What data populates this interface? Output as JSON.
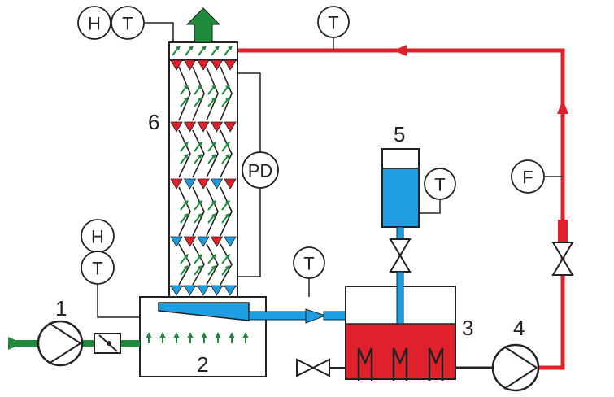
{
  "components": {
    "pump_1": {
      "number": "1"
    },
    "humidifier_2": {
      "number": "2"
    },
    "tank_3": {
      "number": "3"
    },
    "pump_4": {
      "number": "4"
    },
    "reservoir_5": {
      "number": "5"
    },
    "tower_6": {
      "number": "6"
    }
  },
  "instruments": {
    "top_humidity": "H",
    "top_temperature": "T",
    "return_temperature": "T",
    "differential_pressure": "PD",
    "reservoir_temperature": "T",
    "flow": "F",
    "inlet_humidity": "H",
    "inlet_temperature": "T",
    "feed_temperature": "T"
  },
  "colors": {
    "hot_water": "#e0202a",
    "cold_water": "#1e9ee0",
    "air": "#1f8a3a",
    "line": "#222222"
  }
}
